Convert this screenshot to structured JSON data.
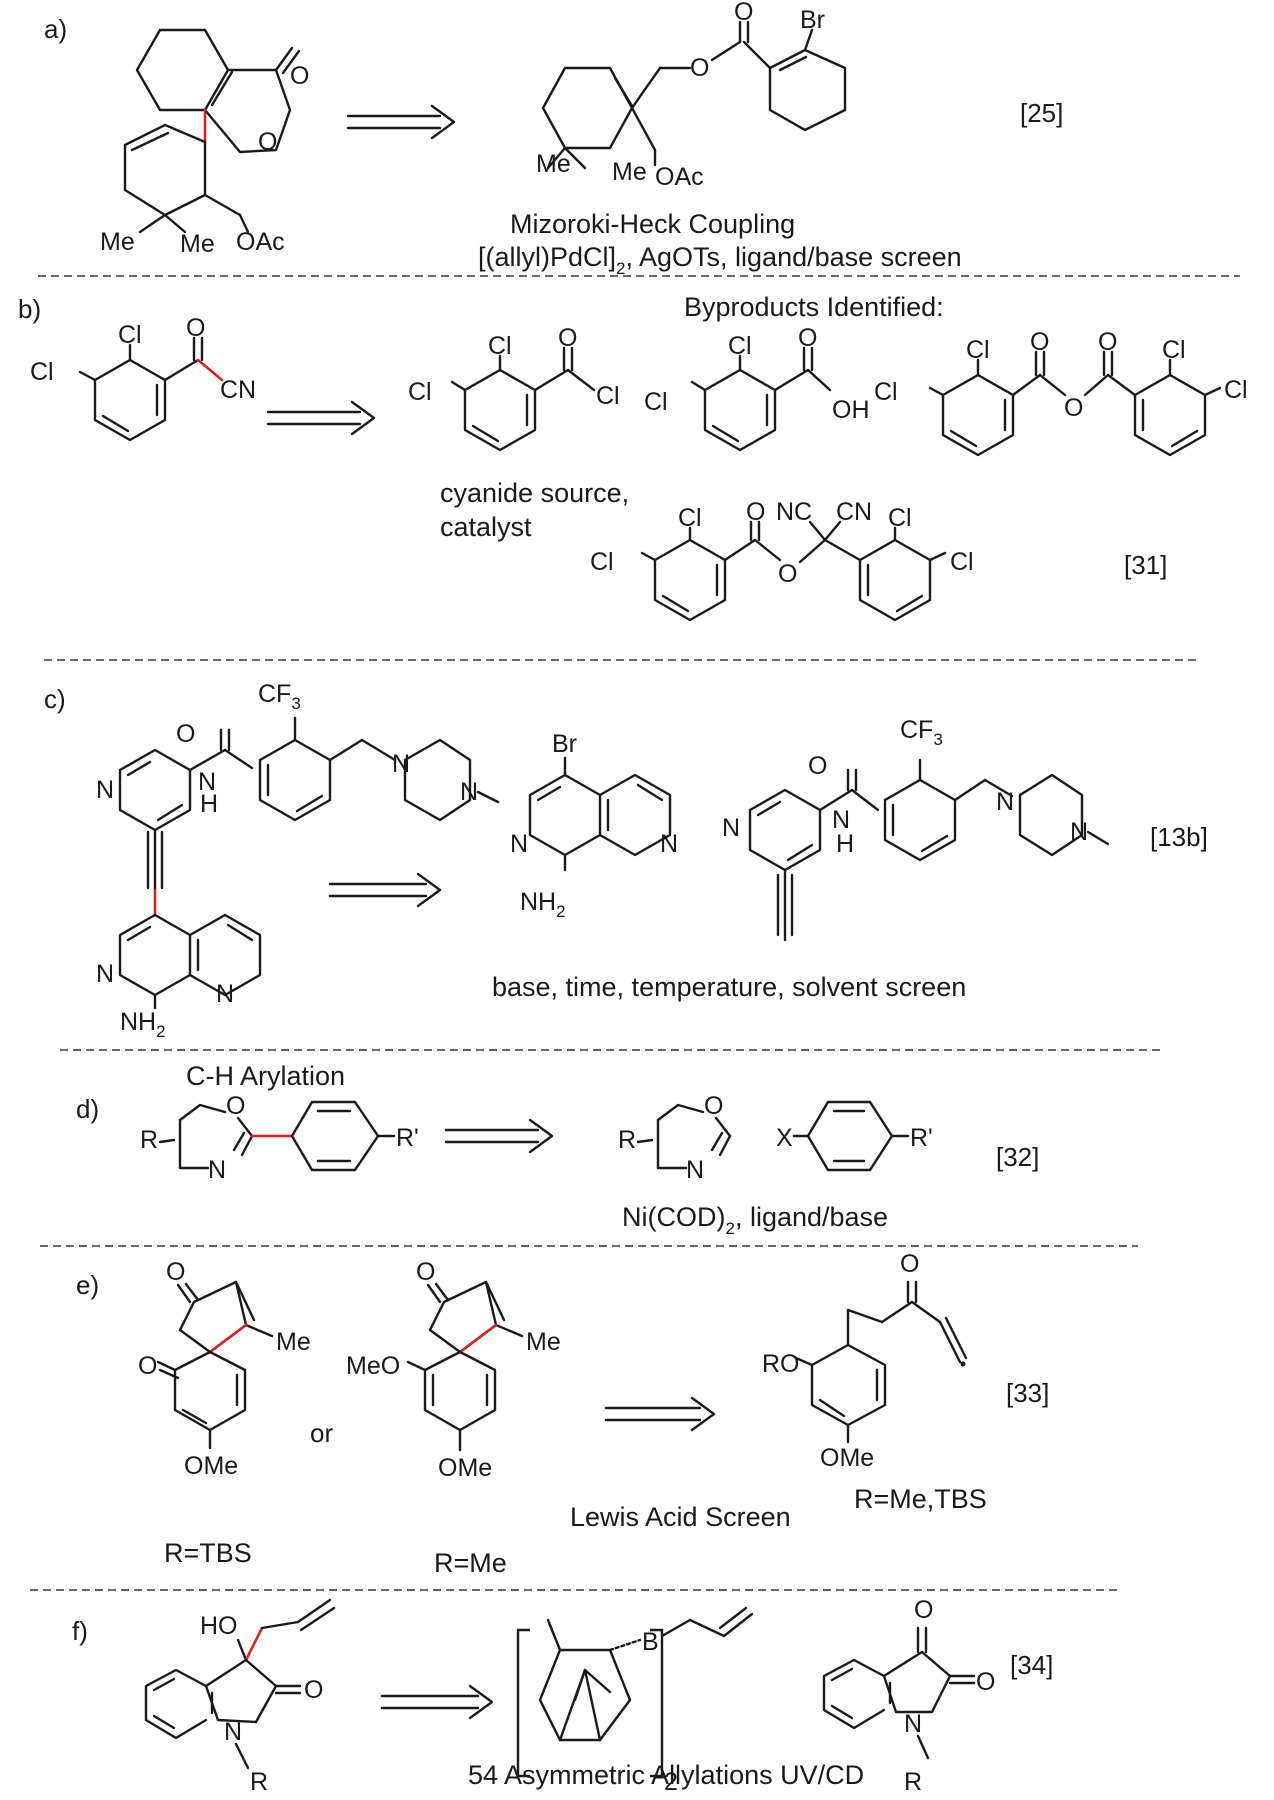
{
  "panels": {
    "a": {
      "label": "a)",
      "ref": "[25]",
      "caption1": "Mizoroki-Heck Coupling",
      "caption2": "[(allyl)PdCl]",
      "caption2_sub": "2",
      "caption2_rest": ", AgOTs, ligand/base screen",
      "atoms": {
        "O_carbonyl": "O",
        "O_ring": "O",
        "Me1": "Me",
        "Me2": "Me",
        "OAc": "OAc",
        "Br": "Br",
        "O_ester1": "O",
        "O_ester2": "O",
        "Me3": "Me",
        "Me4": "Me",
        "OAc2": "OAc"
      }
    },
    "b": {
      "label": "b)",
      "header": "Byproducts Identified:",
      "ref": "[31]",
      "caption1": "cyanide source,",
      "caption2": "catalyst",
      "atoms": {
        "Cl": "Cl",
        "O": "O",
        "CN": "CN",
        "NC": "NC",
        "OH": "OH"
      }
    },
    "c": {
      "label": "c)",
      "ref": "[13b]",
      "caption": "base, time, temperature, solvent screen",
      "atoms": {
        "CF3": "CF",
        "CF3_sub": "3",
        "N": "N",
        "NH": "N",
        "H": "H",
        "O": "O",
        "NH2": "NH",
        "NH2_sub": "2",
        "Br": "Br"
      }
    },
    "d": {
      "label": "d)",
      "header": "C-H Arylation",
      "ref": "[32]",
      "caption": "Ni(COD)",
      "caption_sub": "2",
      "caption_rest": ", ligand/base",
      "atoms": {
        "R": "R",
        "Rp": "R'",
        "O": "O",
        "N": "N",
        "X": "X"
      }
    },
    "e": {
      "label": "e)",
      "ref": "[33]",
      "or": "or",
      "caption": "Lewis Acid Screen",
      "r1": "R=TBS",
      "r2": "R=Me",
      "r3": "R=Me,TBS",
      "atoms": {
        "O": "O",
        "Me": "Me",
        "OMe": "OMe",
        "MeO": "MeO",
        "RO": "RO"
      }
    },
    "f": {
      "label": "f)",
      "ref": "[34]",
      "caption": "54 Asymmetric Allylations UV/CD",
      "atoms": {
        "HO": "HO",
        "O": "O",
        "N": "N",
        "R": "R",
        "B": "B",
        "sub2": "2"
      }
    }
  }
}
